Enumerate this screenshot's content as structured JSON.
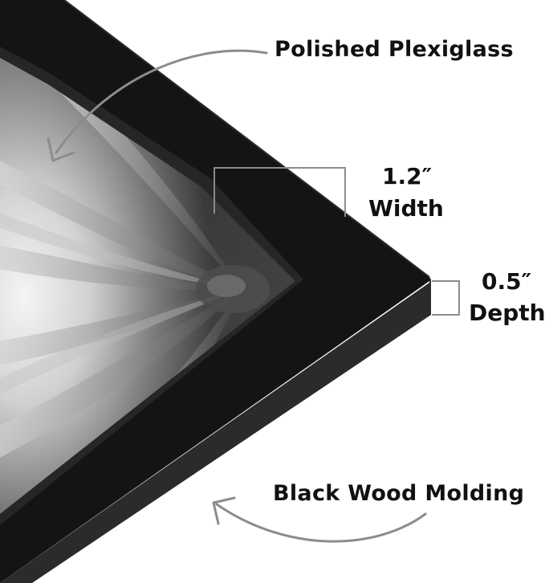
{
  "labels": {
    "plexiglass": "Polished Plexiglass",
    "width_value": "1.2″",
    "width_name": "Width",
    "depth_value": "0.5″",
    "depth_name": "Depth",
    "molding": "Black Wood Molding"
  },
  "colors": {
    "background": "#ffffff",
    "frame": "#141414",
    "frame_edge": "#2a2a2a",
    "text": "#111111",
    "annotation": "#8c8c8c"
  }
}
